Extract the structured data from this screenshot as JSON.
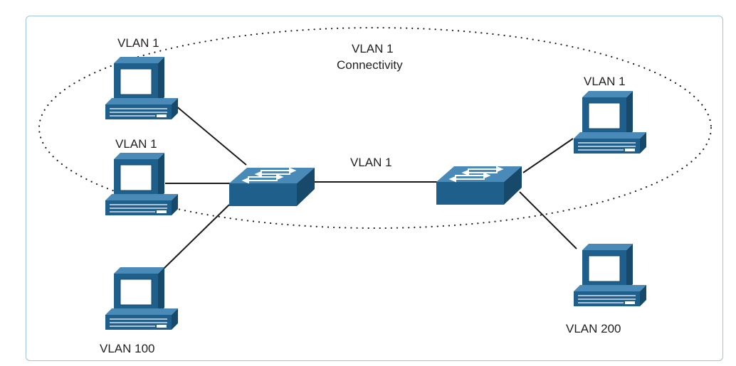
{
  "diagram": {
    "colors": {
      "device_fill": "#1f5f8b",
      "device_light": "#4a8ab8",
      "device_dark": "#17496b",
      "screen": "#ffffff",
      "line": "#1a1a1a",
      "frame": "#9cc3df"
    },
    "labels": {
      "broadcast_domain_line1": "VLAN 1",
      "broadcast_domain_line2": "Connectivity",
      "trunk_link": "VLAN 1",
      "pc_top_left": "VLAN 1",
      "pc_mid_left": "VLAN 1",
      "pc_bottom_left": "VLAN 100",
      "pc_top_right": "VLAN 1",
      "pc_bottom_right": "VLAN 200"
    },
    "nodes": [
      {
        "id": "sw1",
        "kind": "switch"
      },
      {
        "id": "sw2",
        "kind": "switch"
      },
      {
        "id": "pc-top-left",
        "kind": "pc",
        "vlan": "VLAN 1"
      },
      {
        "id": "pc-mid-left",
        "kind": "pc",
        "vlan": "VLAN 1"
      },
      {
        "id": "pc-bottom-left",
        "kind": "pc",
        "vlan": "VLAN 100"
      },
      {
        "id": "pc-top-right",
        "kind": "pc",
        "vlan": "VLAN 1"
      },
      {
        "id": "pc-bottom-right",
        "kind": "pc",
        "vlan": "VLAN 200"
      }
    ],
    "links": [
      {
        "from": "pc-top-left",
        "to": "sw1"
      },
      {
        "from": "pc-mid-left",
        "to": "sw1"
      },
      {
        "from": "pc-bottom-left",
        "to": "sw1"
      },
      {
        "from": "sw1",
        "to": "sw2",
        "label": "VLAN 1"
      },
      {
        "from": "sw2",
        "to": "pc-top-right"
      },
      {
        "from": "sw2",
        "to": "pc-bottom-right"
      }
    ]
  }
}
